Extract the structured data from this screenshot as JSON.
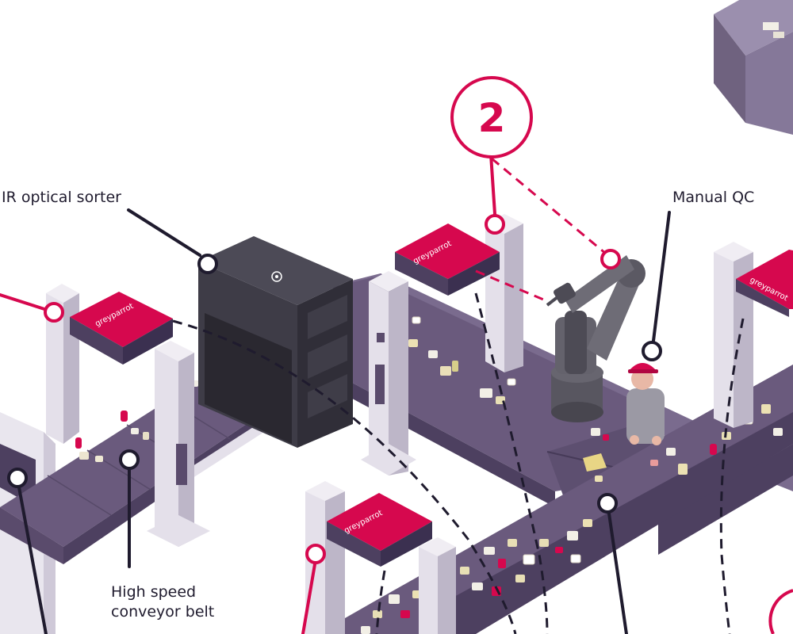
{
  "labels": {
    "ir_sorter": "IR optical sorter",
    "manual_qc": "Manual QC",
    "conveyor_line1": "High speed",
    "conveyor_line2": "conveyor belt"
  },
  "step_badge": "2",
  "camera_brand": "greyparrot",
  "colors": {
    "accent": "#d6084e",
    "belt": "#6a5a7d",
    "belt_dark": "#4d4060",
    "pillar": "#e4e0ea",
    "pillar_shadow": "#bdb6c8",
    "sorter": "#3e3c47",
    "line_dark": "#1f1b2e",
    "platform": "#857899"
  }
}
